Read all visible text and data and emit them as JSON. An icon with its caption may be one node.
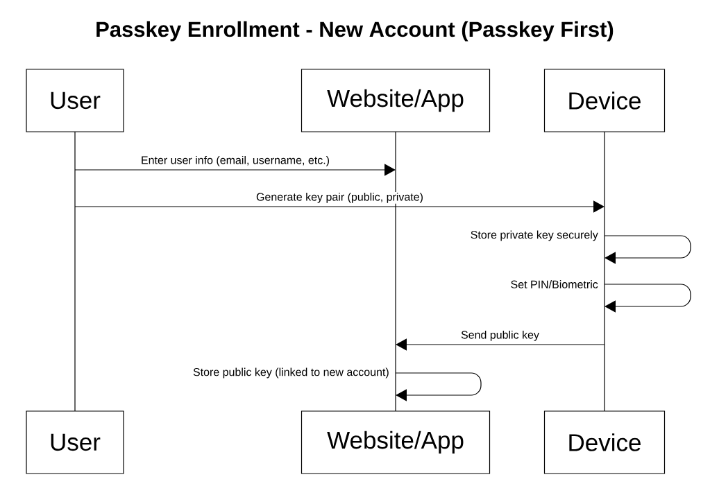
{
  "diagram": {
    "title": "Passkey Enrollment - New Account (Passkey First)",
    "nodes": [
      {
        "text": [
          "User"
        ]
      },
      {
        "text": [
          "Website/App"
        ]
      },
      {
        "text": [
          "Device"
        ]
      },
      {
        "text": [
          "User"
        ]
      },
      {
        "text": [
          "Website/App"
        ]
      },
      {
        "text": [
          "Device"
        ]
      },
      {
        "text": [],
        "shape": "line"
      },
      {
        "text": [],
        "shape": "line"
      },
      {
        "text": [],
        "shape": "line"
      }
    ],
    "edges": [
      {
        "from": 6,
        "to": 7,
        "arrow": "to",
        "label": "Enter user info (email, username, etc.)"
      },
      {
        "from": 6,
        "to": 8,
        "arrow": "to",
        "label": "Generate key pair (public, private)"
      },
      {
        "from": 8,
        "to": 8,
        "arrow": "to",
        "label": "Store private key securely"
      },
      {
        "from": 8,
        "to": 8,
        "arrow": "to",
        "label": "Set PIN/Biometric"
      },
      {
        "from": 8,
        "to": 7,
        "arrow": "to",
        "label": "Send public key"
      },
      {
        "from": 7,
        "to": 7,
        "arrow": "to",
        "label": "Store public key (linked to new account)"
      }
    ]
  }
}
